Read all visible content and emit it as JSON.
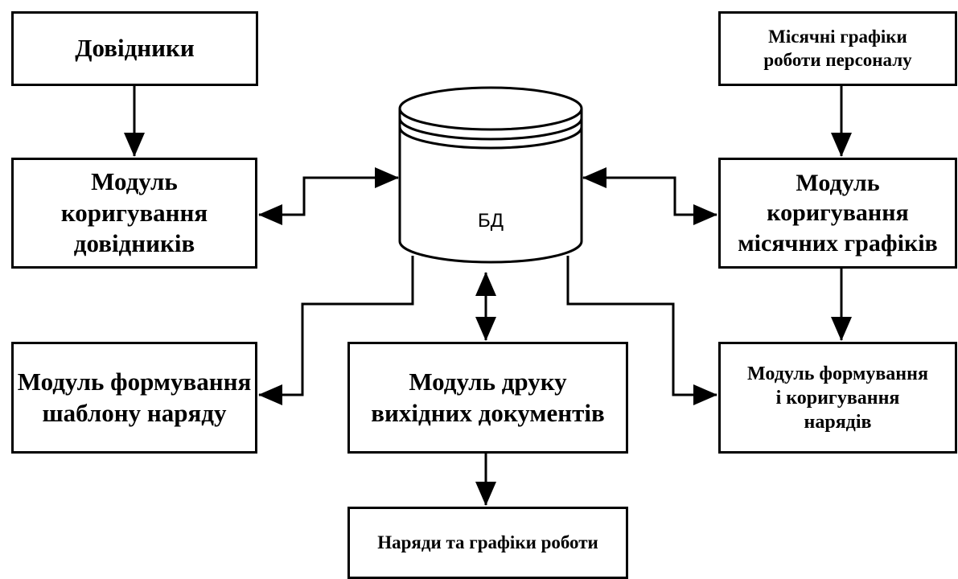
{
  "nodes": {
    "dovidnyky": "Довідники",
    "modul_koryguvannya_dovidnykiv": "Модуль\nкоригування\nдовідників",
    "modul_formuvannya_shablonu": "Модуль формування\nшаблону наряду",
    "modul_druku": "Модуль друку\nвихідних документів",
    "naryady_ta_grafiky": "Наряди та графіки роботи",
    "misyachni_grafiky": "Місячні графіки\nроботи персоналу",
    "modul_koryguvannya_misyachnykh": "Модуль\nкоригування\nмісячних графіків",
    "modul_formuvannya_naryadiv": "Модуль формування\nі коригування\nнарядів",
    "database": "БД"
  },
  "edges": [
    {
      "from": "Довідники",
      "to": "Модуль коригування довідників",
      "direction": "one-way"
    },
    {
      "from": "БД",
      "to": "Модуль коригування довідників",
      "direction": "two-way"
    },
    {
      "from": "Місячні графіки роботи персоналу",
      "to": "Модуль коригування місячних графіків",
      "direction": "one-way"
    },
    {
      "from": "БД",
      "to": "Модуль коригування місячних графіків",
      "direction": "two-way"
    },
    {
      "from": "Модуль коригування місячних графіків",
      "to": "Модуль формування і коригування нарядів",
      "direction": "one-way"
    },
    {
      "from": "БД",
      "to": "Модуль формування шаблону наряду",
      "direction": "one-way"
    },
    {
      "from": "БД",
      "to": "Модуль друку вихідних документів",
      "direction": "two-way"
    },
    {
      "from": "БД",
      "to": "Модуль формування і коригування нарядів",
      "direction": "one-way"
    },
    {
      "from": "Модуль друку вихідних документів",
      "to": "Наряди та графіки роботи",
      "direction": "one-way"
    }
  ]
}
